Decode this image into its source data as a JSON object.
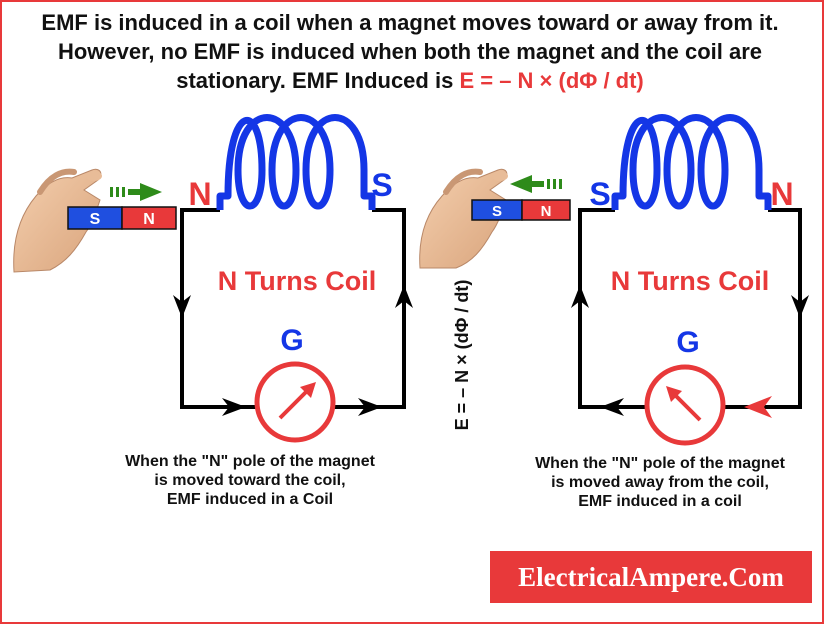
{
  "header": {
    "text": "EMF is induced in a coil when a magnet moves toward or away from it. However, no EMF is induced when both the magnet and the coil are stationary. EMF Induced is",
    "formula": "E = – N × (dΦ / dt)"
  },
  "left_circuit": {
    "pole_left": "N",
    "pole_right": "S",
    "coil_label": "N Turns Coil",
    "meter_label": "G",
    "magnet": {
      "left_pole": "S",
      "right_pole": "N"
    },
    "caption": [
      "When the \"N\" pole of the magnet",
      "is moved toward the coil,",
      "EMF induced in a Coil"
    ]
  },
  "right_circuit": {
    "pole_left": "S",
    "pole_right": "N",
    "coil_label": "N Turns Coil",
    "meter_label": "G",
    "magnet": {
      "left_pole": "S",
      "right_pole": "N"
    },
    "caption": [
      "When the \"N\" pole of the magnet",
      "is moved away from the  coil,",
      "EMF induced in a coil"
    ]
  },
  "vertical_formula": "E = – N × (dΦ / dt)",
  "brand": "ElectricalAmpere.Com",
  "colors": {
    "accent": "#e8393a",
    "coil": "#1436e6",
    "wire": "#000000",
    "arrow_green": "#2e8b1a",
    "magnet_south": "#1f4fe0",
    "magnet_north": "#e8393a"
  }
}
